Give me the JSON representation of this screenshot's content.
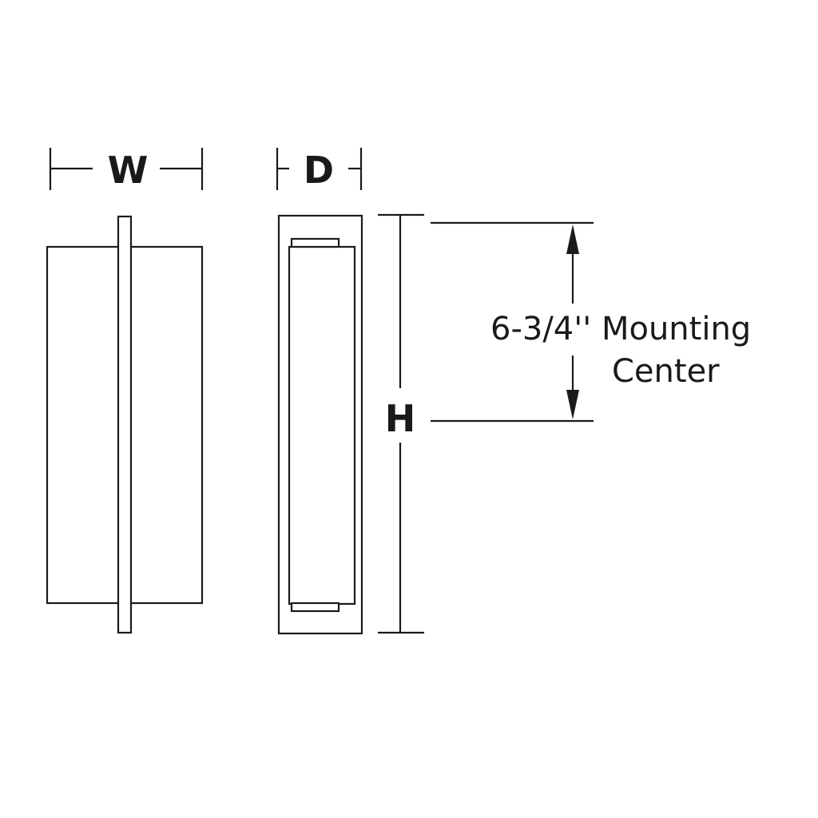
{
  "dimensions": {
    "width_label": "W",
    "depth_label": "D",
    "height_label": "H"
  },
  "mounting_note": {
    "line1": "6-3/4'' Mounting",
    "line2": "Center"
  },
  "colors": {
    "stroke": "#1a1a1a",
    "background": "#ffffff"
  }
}
